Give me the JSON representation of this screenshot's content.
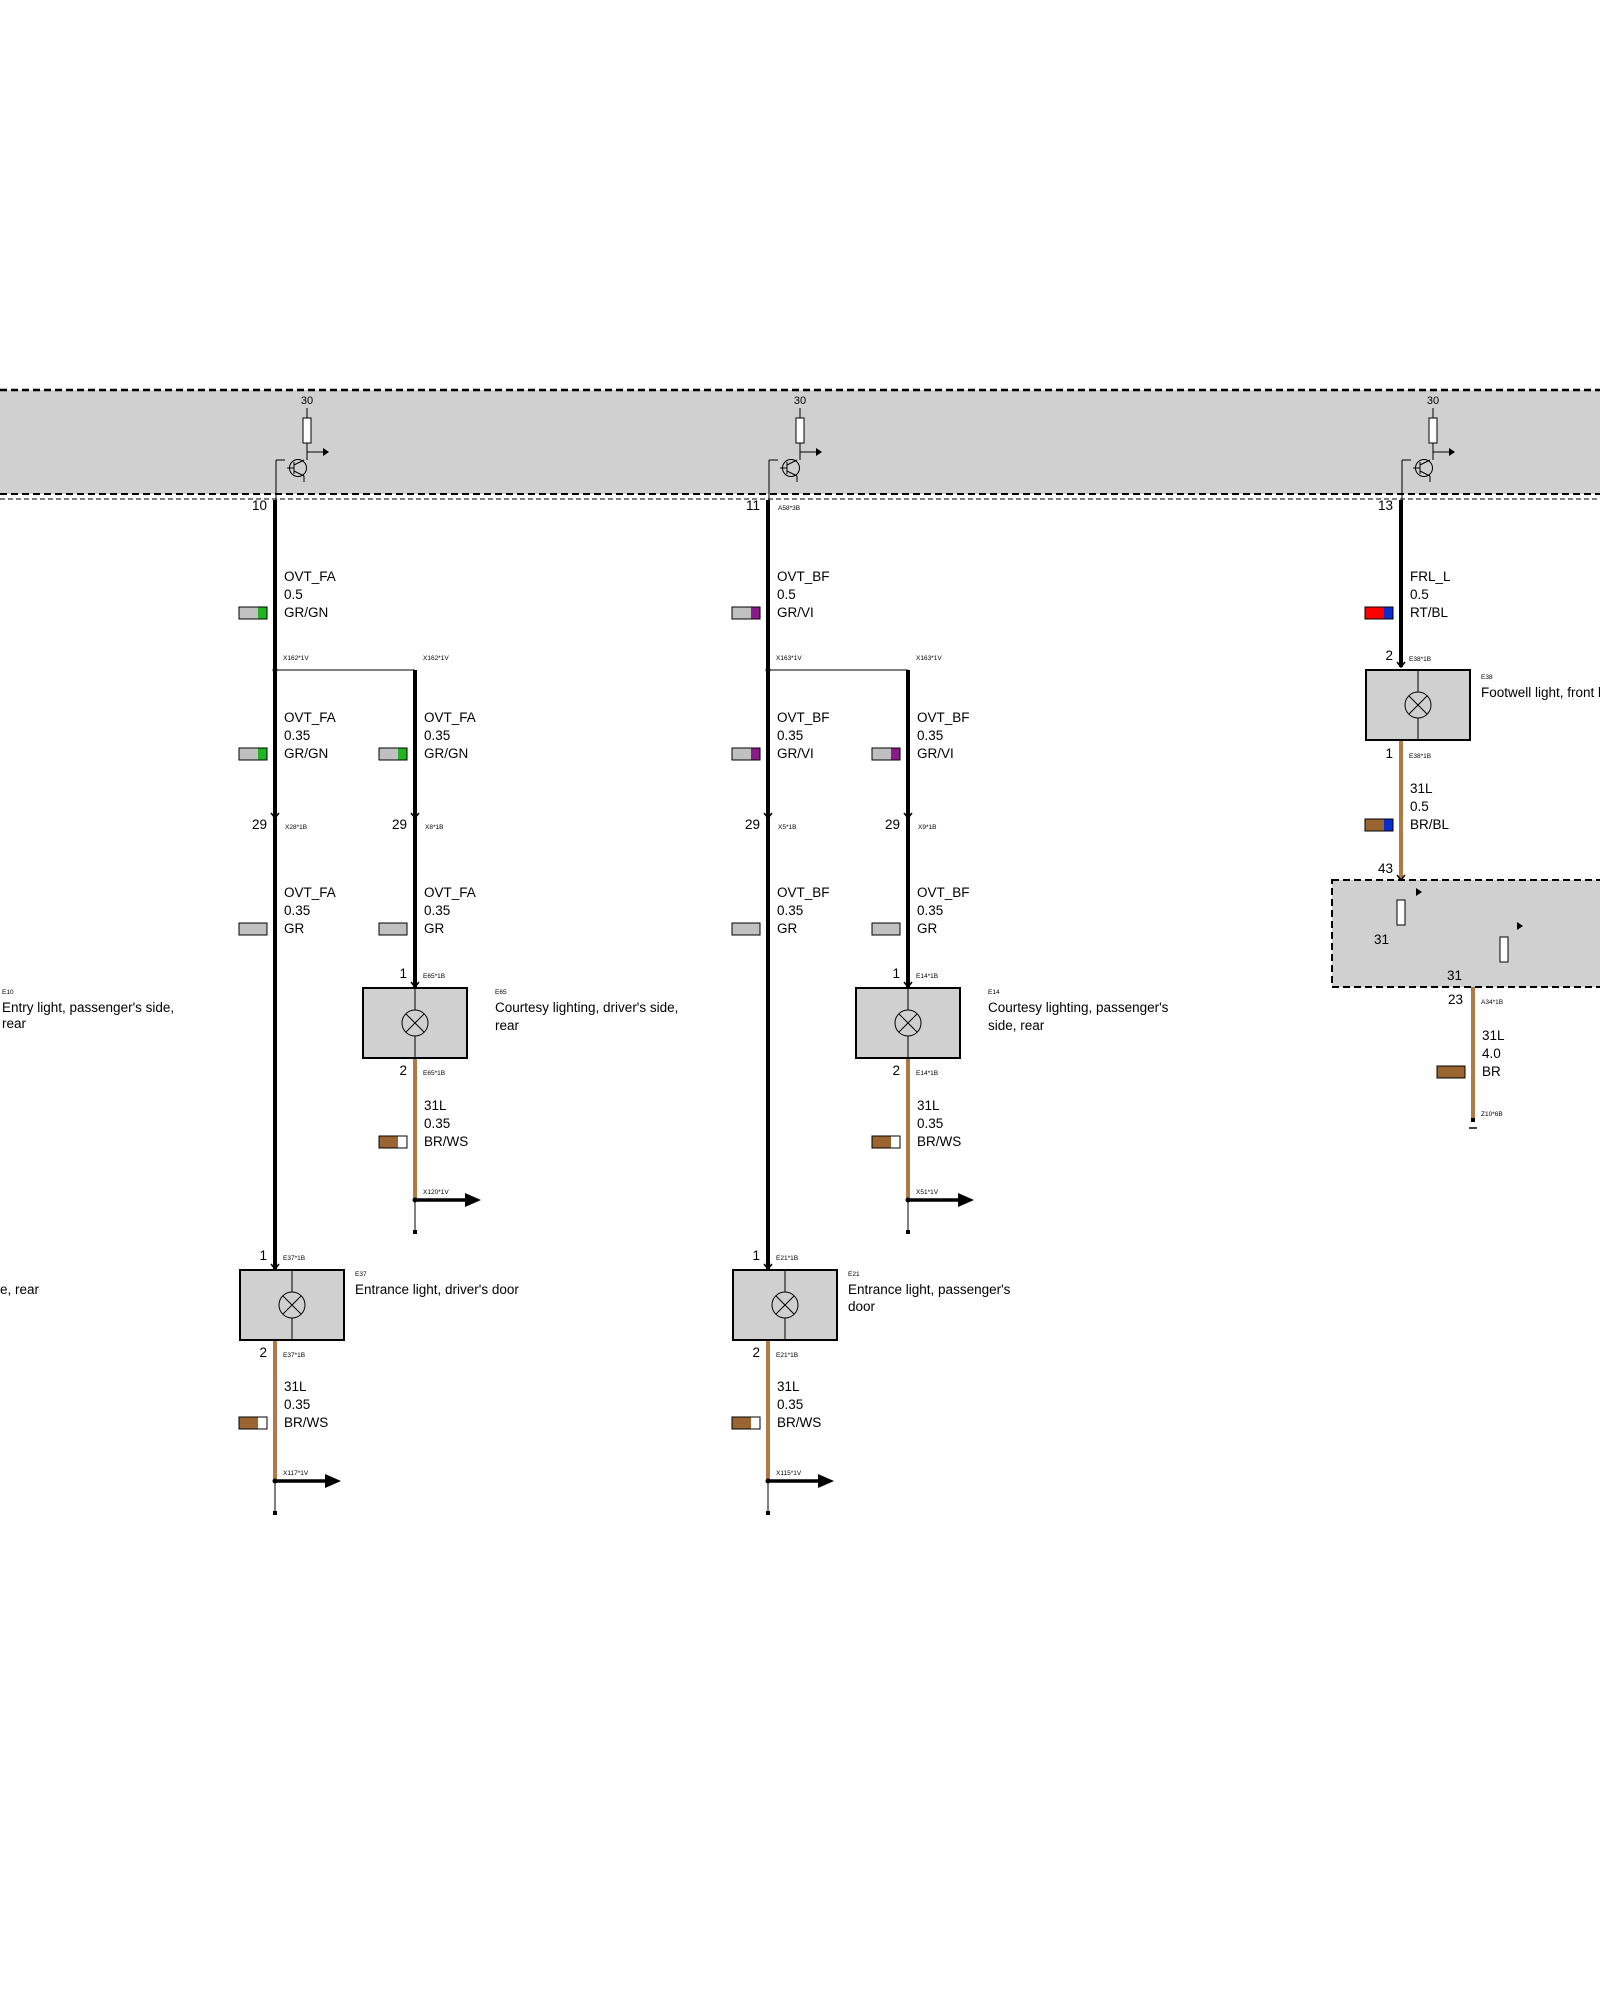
{
  "colors": {
    "panel_gray": "#d0d0d0",
    "wire_black": "#000000",
    "wire_brown": "#b07a45",
    "gr": "#c0c0c0",
    "gn": "#22b322",
    "vi": "#8b1a8b",
    "rt": "#ff0000",
    "bl": "#0a2ecc",
    "br": "#9b6532",
    "ws": "#ffffff"
  },
  "control_unit": {
    "supply_label": "30"
  },
  "columns": [
    {
      "id": "c1",
      "supply": "30",
      "pin_out": "10",
      "wire1": {
        "signal": "OVT_FA",
        "size": "0.5",
        "color": "GR/GN"
      },
      "splice_left": "X162*1V",
      "splice_right": "X162*1V",
      "wire2_left": {
        "signal": "OVT_FA",
        "size": "0.35",
        "color": "GR/GN"
      },
      "wire2_right": {
        "signal": "OVT_FA",
        "size": "0.35",
        "color": "GR/GN"
      },
      "conn_left": {
        "pin": "29",
        "id": "X28*1B"
      },
      "conn_right": {
        "pin": "29",
        "id": "X8*1B"
      },
      "wire3_left": {
        "signal": "OVT_FA",
        "size": "0.35",
        "color": "GR"
      },
      "wire3_right": {
        "signal": "OVT_FA",
        "size": "0.35",
        "color": "GR"
      },
      "lamp_right": {
        "code": "E65",
        "name": "Courtesy lighting, driver's side,",
        "name2": "rear",
        "pin_in": "1",
        "conn_in": "E65*1B",
        "pin_out": "2",
        "conn_out": "E65*1B",
        "ground_wire": {
          "signal": "31L",
          "size": "0.35",
          "color": "BR/WS"
        },
        "ground": "X120*1V"
      },
      "lamp_bottom": {
        "code": "E37",
        "name": "Entrance light, driver's door",
        "name2": "",
        "pin_in": "1",
        "conn_in": "E37*1B",
        "pin_out": "2",
        "conn_out": "E37*1B",
        "ground_wire": {
          "signal": "31L",
          "size": "0.35",
          "color": "BR/WS"
        },
        "ground": "X117*1V"
      }
    },
    {
      "id": "c2",
      "supply": "30",
      "pin_out": "11",
      "pin_conn": "A58*3B",
      "wire1": {
        "signal": "OVT_BF",
        "size": "0.5",
        "color": "GR/VI"
      },
      "splice_left": "X163*1V",
      "splice_right": "X163*1V",
      "wire2_left": {
        "signal": "OVT_BF",
        "size": "0.35",
        "color": "GR/VI"
      },
      "wire2_right": {
        "signal": "OVT_BF",
        "size": "0.35",
        "color": "GR/VI"
      },
      "conn_left": {
        "pin": "29",
        "id": "X5*1B"
      },
      "conn_right": {
        "pin": "29",
        "id": "X9*1B"
      },
      "wire3_left": {
        "signal": "OVT_BF",
        "size": "0.35",
        "color": "GR"
      },
      "wire3_right": {
        "signal": "OVT_BF",
        "size": "0.35",
        "color": "GR"
      },
      "lamp_right": {
        "code": "E14",
        "name": "Courtesy lighting, passenger's",
        "name2": "side, rear",
        "pin_in": "1",
        "conn_in": "E14*1B",
        "pin_out": "2",
        "conn_out": "E14*1B",
        "ground_wire": {
          "signal": "31L",
          "size": "0.35",
          "color": "BR/WS"
        },
        "ground": "X51*1V"
      },
      "lamp_bottom": {
        "code": "E21",
        "name": "Entrance light, passenger's",
        "name2": "door",
        "pin_in": "1",
        "conn_in": "E21*1B",
        "pin_out": "2",
        "conn_out": "E21*1B",
        "ground_wire": {
          "signal": "31L",
          "size": "0.35",
          "color": "BR/WS"
        },
        "ground": "X115*1V"
      }
    }
  ],
  "column3": {
    "supply": "30",
    "pin_out": "13",
    "wire1": {
      "signal": "FRL_L",
      "size": "0.5",
      "color": "RT/BL"
    },
    "lamp": {
      "code": "E38",
      "name": "Footwell light, front l",
      "pin_in": "2",
      "conn_in": "E38*1B",
      "pin_out": "1",
      "conn_out": "E38*1B"
    },
    "wire2": {
      "signal": "31L",
      "size": "0.5",
      "color": "BR/BL"
    },
    "module_pin_in": "43",
    "module_ground_left": "31",
    "module_ground_right": "31",
    "module_pin_out": "23",
    "module_conn_out": "A34*1B",
    "wire3": {
      "signal": "31L",
      "size": "4.0",
      "color": "BR"
    },
    "ground": "Z10*6B"
  },
  "left_fragment": {
    "code": "E10",
    "name": "Entry light, passenger's side,",
    "name2": "rear",
    "partial": "e, rear"
  }
}
